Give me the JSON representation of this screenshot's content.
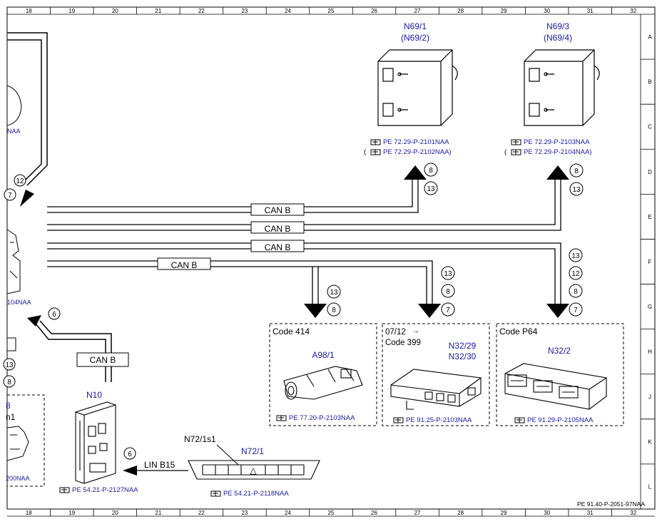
{
  "grid": {
    "columns": [
      "18",
      "19",
      "20",
      "21",
      "22",
      "23",
      "24",
      "25",
      "26",
      "27",
      "28",
      "29",
      "30",
      "31",
      "32"
    ],
    "rows": [
      "A",
      "B",
      "C",
      "D",
      "E",
      "F",
      "G",
      "H",
      "J",
      "K",
      "L"
    ]
  },
  "footer_ref": "PE 91.40-P-2051-97NAA",
  "colors": {
    "blue_text": "#1a1aa8",
    "line": "#000000"
  },
  "components": {
    "n69_1": {
      "label": "N69/1",
      "alt": "(N69/2)",
      "ref1": "PE 72.29-P-2101NAA",
      "ref2": "PE 72.29-P-2102NAA)",
      "paren_icon": "("
    },
    "n69_3": {
      "label": "N69/3",
      "alt": "(N69/4)",
      "ref1": "PE 72.29-P-2103NAA",
      "ref2": "PE 72.29-P-2104NAA)",
      "paren_icon": "("
    },
    "a98_1": {
      "code": "Code 414",
      "label": "A98/1",
      "ref": "PE 77.20-P-2103NAA"
    },
    "n32_29": {
      "date": "07/12",
      "arrow": "→",
      "code": "Code 399",
      "label1": "N32/29",
      "label2": "N32/30",
      "ref": "PE 91.25-P-2103NAA"
    },
    "n32_2": {
      "code": "Code P64",
      "label": "N32/2",
      "ref": "PE 91.29-P-2105NAA"
    },
    "n10": {
      "label": "N10",
      "ref": "PE 54.21-P-2127NAA"
    },
    "n72_1": {
      "switch_label": "N72/1s1",
      "label": "N72/1",
      "ref": "PE 54.21-P-2118NAA",
      "symbol": "△"
    }
  },
  "left_partial": {
    "ref_top": "NAA",
    "ref_mid": "104NAA",
    "ref_bottom": "200NAA",
    "label_n1": "n1",
    "label_8": "8"
  },
  "buses": {
    "can_b": "CAN B",
    "lin": "LIN B15"
  },
  "circles": {
    "c12_top": "12",
    "c7_top": "7",
    "c6_left": "6",
    "c13_left": "13",
    "c8_left": "8",
    "n69_1_a": "8",
    "n69_1_b": "13",
    "n69_3_a": "8",
    "n69_3_b": "13",
    "a98_a": "13",
    "a98_b": "8",
    "n32_29_a": "13",
    "n32_29_b": "8",
    "n32_29_c": "7",
    "n32_2_a": "13",
    "n32_2_b": "12",
    "n32_2_c": "8",
    "n32_2_d": "7",
    "lin_6": "6"
  }
}
